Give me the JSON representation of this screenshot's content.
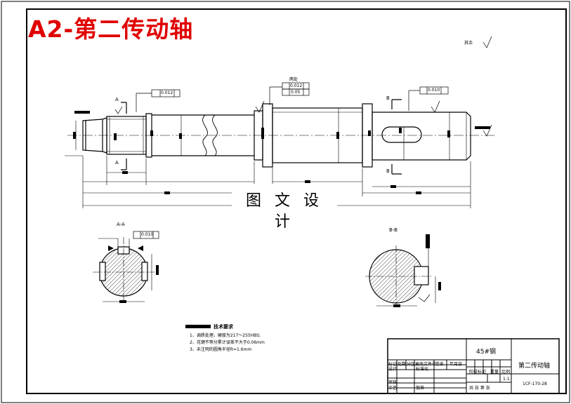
{
  "title": "A2-第二传动轴",
  "watermark": "图 文 设 计",
  "rough_note": "其余",
  "labels": {
    "both_ends": "两处",
    "section_a": "A-A",
    "section_b": "B-B",
    "A": "A",
    "B": "B"
  },
  "tolerances": {
    "t1": "0.012",
    "t2": "0.012",
    "t3": "0.05",
    "t4": "0.010",
    "t5": "0.010"
  },
  "tech_req": {
    "heading": "技术要求",
    "lines": [
      "1、调质处理，硬度为217～255HBS;",
      "2、花键不等分累计误差不大于0.06mm",
      "3、未注明的圆角半径R=1.6mm"
    ]
  },
  "title_block": {
    "material": "45#钢",
    "part_name": "第二传动轴",
    "drawing_no": "1CF-170-28",
    "scale": "1:1",
    "headers": [
      "标记",
      "处数",
      "分区",
      "更改文件号",
      "签名",
      "年月日"
    ],
    "stage_headers": [
      "阶段标记",
      "重量",
      "比例"
    ],
    "row_labels": [
      "设计",
      "标准化",
      "审核",
      "工艺",
      "批准"
    ],
    "sheet_text": "共  张 第  张"
  }
}
